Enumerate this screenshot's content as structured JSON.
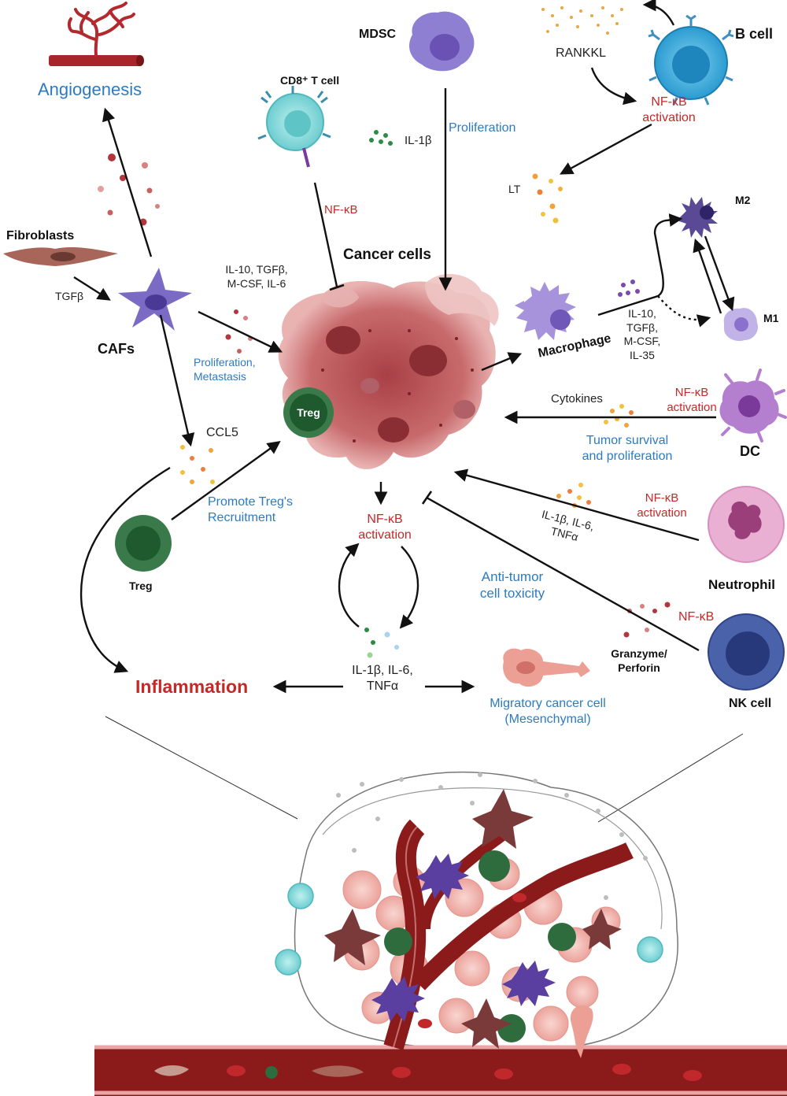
{
  "labels": {
    "angiogenesis": "Angiogenesis",
    "cd8_t_cell": "CD8⁺ T cell",
    "mdsc": "MDSC",
    "rankkl": "RANKKL",
    "b_cell": "B cell",
    "nfkb_activation_bcell": "NF-κB\nactivation",
    "il1b_mdsc": "IL-1β",
    "proliferation_mdsc": "Proliferation",
    "lt": "LT",
    "m2": "M2",
    "m1": "M1",
    "fibroblasts": "Fibroblasts",
    "tgfb_fibro": "TGFβ",
    "cafs": "CAFs",
    "nfkb_cd8": "NF-κB",
    "cancer_cells": "Cancer cells",
    "caf_cytokines": "IL-10, TGFβ,\nM-CSF, IL-6",
    "proliferation_metastasis": "Proliferation,\nMetastasis",
    "macrophage": "Macrophage",
    "macrophage_cytokines": "IL-10,\nTGFβ,\nM-CSF,\nIL-35",
    "treg_in_tumor": "Treg",
    "ccl5": "CCL5",
    "cytokines_dc": "Cytokines",
    "nfkb_activation_dc": "NF-κB\nactivation",
    "dc": "DC",
    "tumor_survival": "Tumor survival\nand proliferation",
    "promote_treg": "Promote Treg's\nRecruitment",
    "treg": "Treg",
    "nfkb_activation_center": "NF-κB\nactivation",
    "neutrophil_cytokines": "IL-1β, IL-6,\nTNFα",
    "nfkb_activation_neutrophil": "NF-κB\nactivation",
    "neutrophil": "Neutrophil",
    "anti_tumor": "Anti-tumor\ncell toxicity",
    "nfkb_nk": "NF-κB",
    "granzyme": "Granzyme/\nPerforin",
    "nk_cell": "NK cell",
    "inflammation": "Inflammation",
    "center_cytokines": "IL-1β, IL-6,\nTNFα",
    "migratory": "Migratory cancer cell\n(Mesenchymal)"
  },
  "colors": {
    "arrow": "#111111",
    "label_blue": "#2c7bc0",
    "label_red": "#c62828",
    "tumor": "#b54a4e",
    "vessel": "#8b1a1a",
    "caf": "#7b6bc4",
    "treg": "#2e6b3d",
    "cd8": "#7fd3d4",
    "bcell": "#2a9bd0",
    "mdsc": "#8e7bd0",
    "nk": "#3b4f9a",
    "neutrophil": "#e9a6cf",
    "dc": "#8c4fa8"
  }
}
